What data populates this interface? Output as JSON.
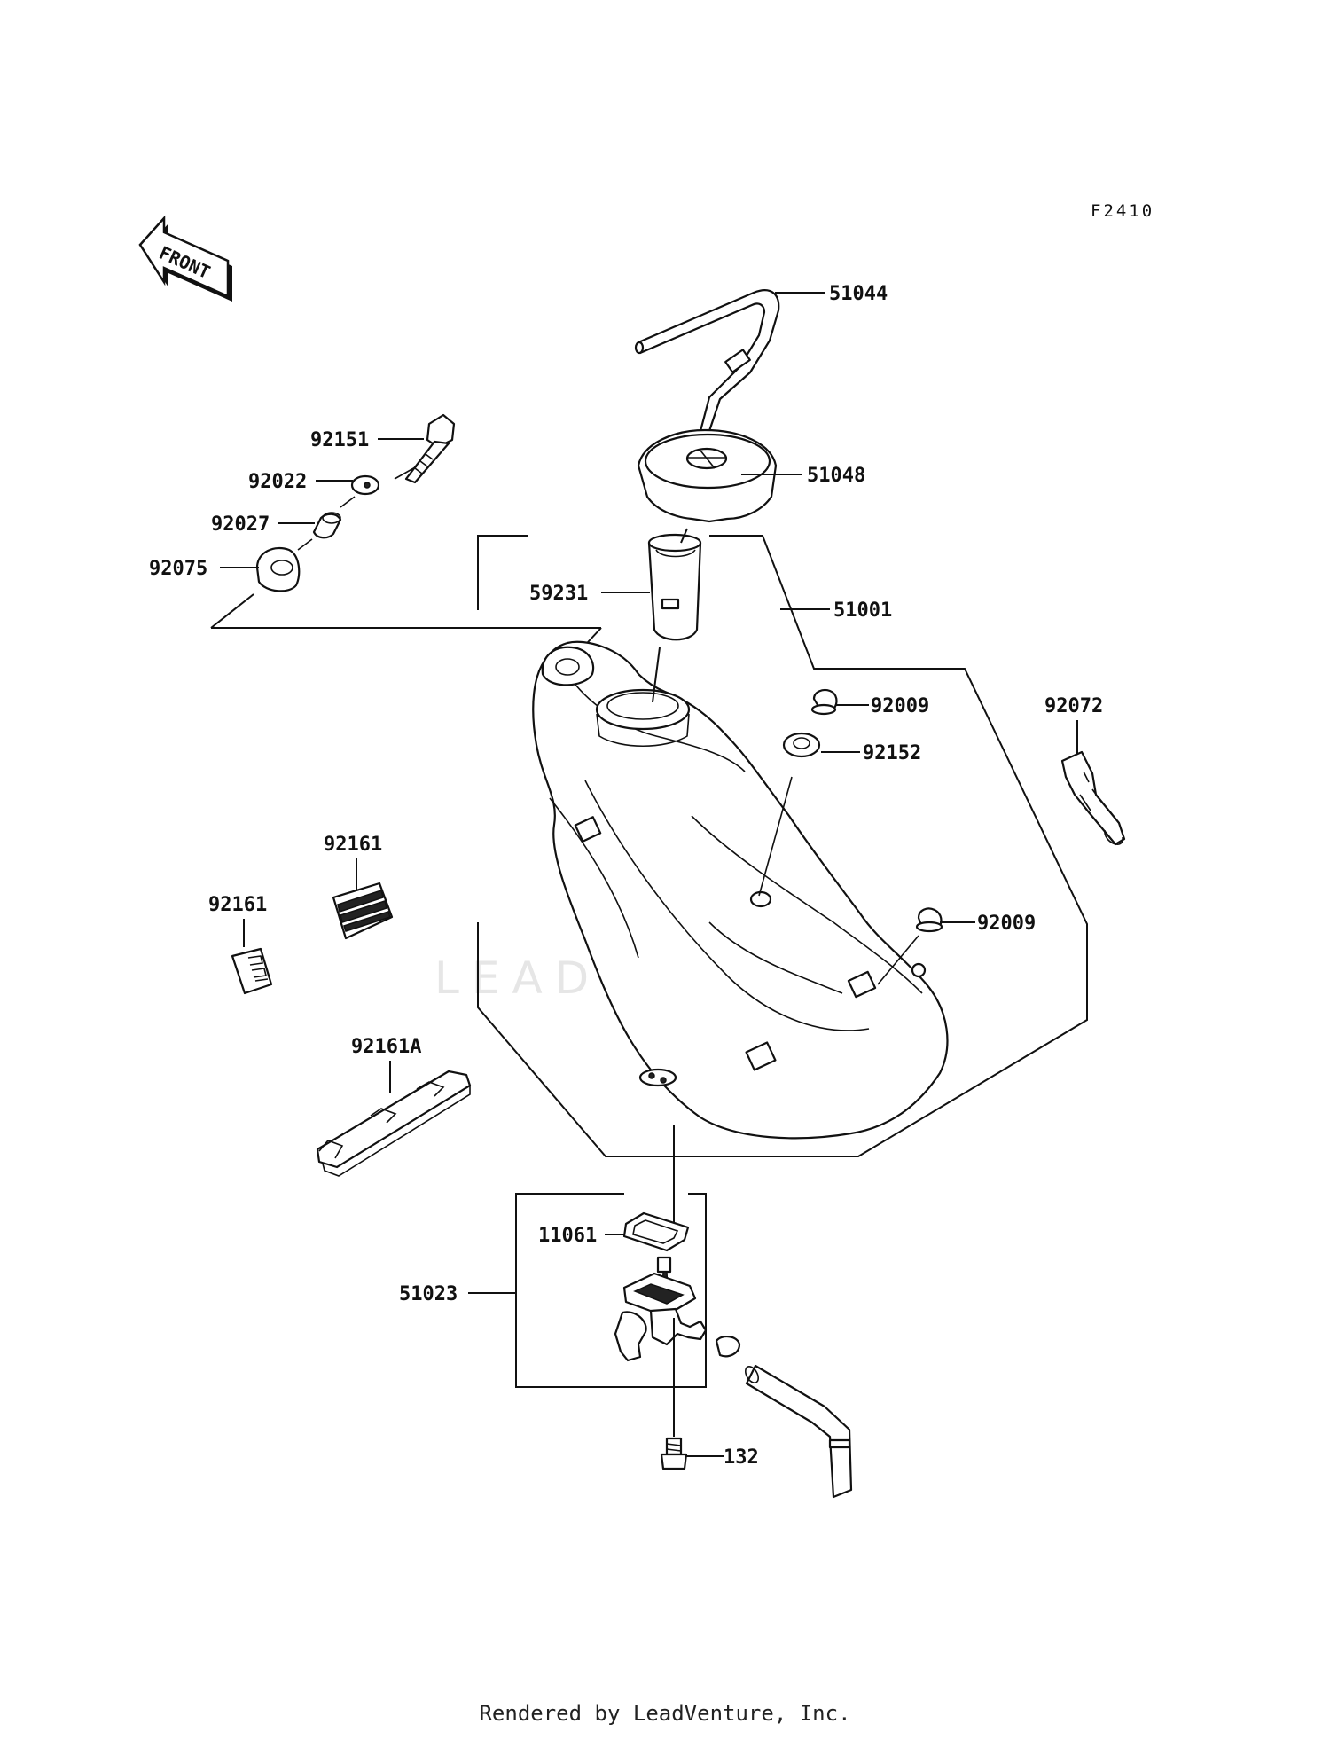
{
  "diagram_code": "F2410",
  "front_badge": "FRONT",
  "watermark": "LEADVENTURE",
  "footer": "Rendered by LeadVenture, Inc.",
  "labels": {
    "p51044": "51044",
    "p51048": "51048",
    "p51001": "51001",
    "p59231": "59231",
    "p92151": "92151",
    "p92022": "92022",
    "p92027": "92027",
    "p92075": "92075",
    "p92009a": "92009",
    "p92152": "92152",
    "p92072": "92072",
    "p92009b": "92009",
    "p92161a": "92161",
    "p92161b": "92161",
    "p92161A": "92161A",
    "p11061": "11061",
    "p51023": "51023",
    "p132": "132"
  }
}
